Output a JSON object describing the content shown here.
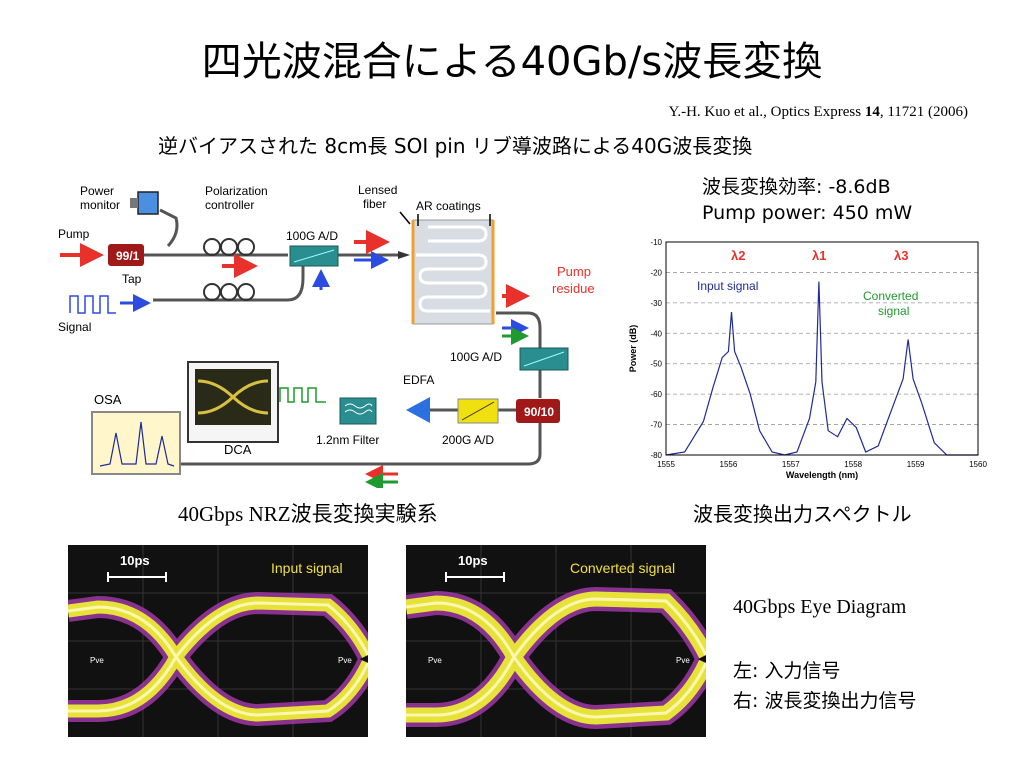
{
  "slide": {
    "title": "四光波混合による40Gb/s波長変換",
    "citation_pre": "Y.-H. Kuo et al., Optics Express ",
    "citation_vol": "14",
    "citation_post": ", 11721 (2006)",
    "subtitle": "逆バイアスされた 8cm長 SOI pin リブ導波路による40G波長変換"
  },
  "setup": {
    "caption": "40Gbps NRZ波長変換実験系",
    "labels": {
      "power_monitor_1": "Power",
      "power_monitor_2": "monitor",
      "polarization_1": "Polarization",
      "polarization_2": "controller",
      "lensed_1": "Lensed",
      "lensed_2": "fiber",
      "ar_coatings": "AR coatings",
      "pump": "Pump",
      "tap_ratio": "99/1",
      "tap": "Tap",
      "signal": "Signal",
      "ad_100g_top": "100G A/D",
      "pump_residue_1": "Pump",
      "pump_residue_2": "residue",
      "ad_100g_right": "100G A/D",
      "edfa": "EDFA",
      "osa": "OSA",
      "dca": "DCA",
      "filter": "1.2nm Filter",
      "ad_200g": "200G A/D",
      "split_ratio": "90/10"
    },
    "colors": {
      "coupler": "#2a8d8f",
      "pump_arrow": "#e8312a",
      "signal_arrow": "#2c4be0",
      "converted_arrow": "#1f9a2e",
      "tap_box": "#a01818"
    }
  },
  "efficiency": {
    "line1": "波長変換効率: -8.6dB",
    "line2": "Pump power: 450 mW"
  },
  "spectrum": {
    "caption": "波長変換出力スペクトル",
    "labels": {
      "lambda2": "λ2",
      "lambda1": "λ1",
      "lambda3": "λ3",
      "input_signal": "Input signal",
      "converted_1": "Converted",
      "converted_2": "signal"
    }
  },
  "chart_data": {
    "type": "line",
    "title": "",
    "xlabel": "Wavelength (nm)",
    "ylabel": "Power (dB)",
    "xlim": [
      1555,
      1560
    ],
    "ylim": [
      -80,
      -10
    ],
    "xticks": [
      1555,
      1556,
      1557,
      1558,
      1559,
      1560
    ],
    "yticks": [
      -10,
      -20,
      -30,
      -40,
      -50,
      -60,
      -70,
      -80
    ],
    "grid": "horizontal dashed",
    "series": [
      {
        "color": "#1f2a9a",
        "x": [
          1555.0,
          1555.3,
          1555.6,
          1555.75,
          1555.9,
          1556.0,
          1556.05,
          1556.1,
          1556.2,
          1556.35,
          1556.5,
          1556.7,
          1556.9,
          1557.1,
          1557.3,
          1557.4,
          1557.45,
          1557.5,
          1557.6,
          1557.75,
          1557.9,
          1558.05,
          1558.2,
          1558.4,
          1558.6,
          1558.8,
          1558.88,
          1558.96,
          1559.1,
          1559.3,
          1559.5,
          1559.8,
          1560.0
        ],
        "y": [
          -80,
          -79,
          -69,
          -58,
          -48,
          -46,
          -33,
          -46,
          -51,
          -60,
          -72,
          -79,
          -80,
          -79,
          -68,
          -56,
          -23,
          -56,
          -72,
          -74,
          -68,
          -71,
          -79,
          -77,
          -66,
          -55,
          -42,
          -55,
          -63,
          -76,
          -80,
          -80,
          -80
        ]
      }
    ]
  },
  "eyes": {
    "caption": "40Gbps Eye Diagram",
    "left_label": "左: 入力信号",
    "right_label": "右: 波長変換出力信号",
    "scale": "10ps",
    "input_label": "Input signal",
    "converted_label": "Converted signal",
    "marker_left": "Pve",
    "marker_right": "Pve"
  }
}
